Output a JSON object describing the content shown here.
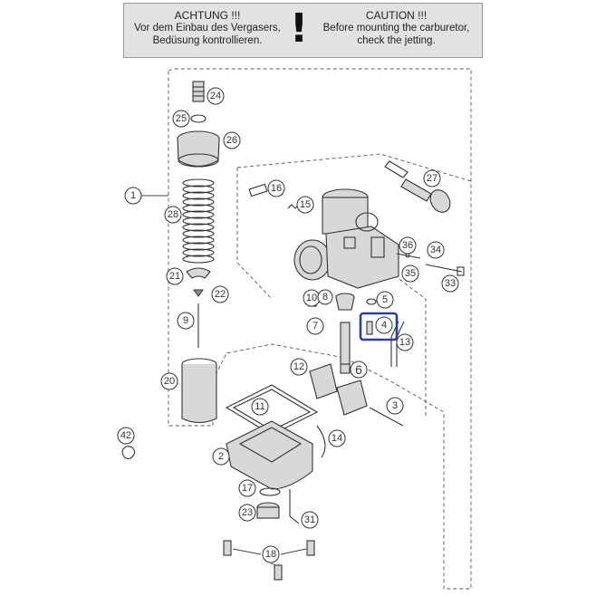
{
  "warning": {
    "de_title": "ACHTUNG !!!",
    "de_line1": "Vor dem Einbau des Vergasers,",
    "de_line2": "Bedüsung kontrollieren.",
    "symbol": "!",
    "en_title": "CAUTION !!!",
    "en_line1": "Before mounting the carburetor,",
    "en_line2": "check the jetting."
  },
  "callouts": {
    "c1": "1",
    "c2": "2",
    "c3": "3",
    "c4": "4",
    "c5": "5",
    "c6": "6",
    "c7": "7",
    "c8": "8",
    "c9": "9",
    "c10": "10",
    "c11": "11",
    "c12": "12",
    "c13": "13",
    "c14": "14",
    "c15": "15",
    "c16": "16",
    "c17": "17",
    "c18": "18",
    "c20": "20",
    "c21": "21",
    "c22": "22",
    "c23": "23",
    "c24": "24",
    "c25": "25",
    "c26": "26",
    "c27": "27",
    "c28": "28",
    "c31": "31",
    "c33": "33",
    "c34": "34",
    "c35": "35",
    "c36": "36",
    "c42": "42"
  },
  "highlight_color": "#2b3f9e"
}
